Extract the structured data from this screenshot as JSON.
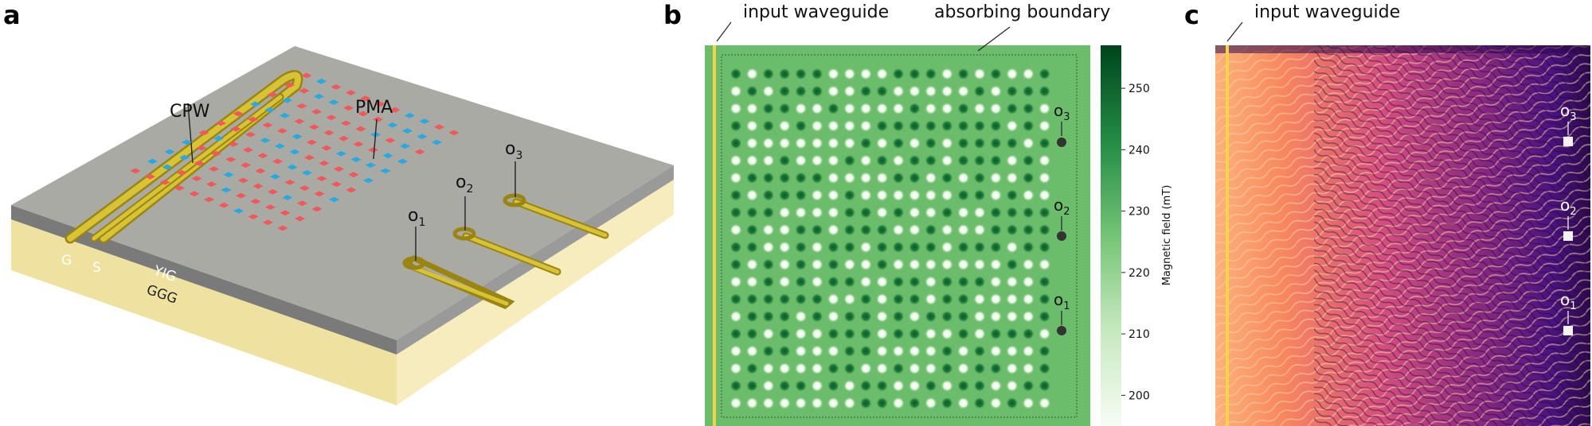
{
  "panels": {
    "a": {
      "letter": "a",
      "labels": {
        "cpw": "CPW",
        "pma": "PMA",
        "o": "o",
        "out1_sub": "1",
        "out2_sub": "2",
        "out3_sub": "3",
        "g": "G",
        "s": "S",
        "yig": "YIG",
        "ggg": "GGG"
      }
    },
    "b": {
      "letter": "b",
      "input_label": "input waveguide",
      "boundary_label": "absorbing boundary",
      "outputs": [
        {
          "name": "o",
          "sub": "3"
        },
        {
          "name": "o",
          "sub": "2"
        },
        {
          "name": "o",
          "sub": "1"
        }
      ],
      "colorbar": {
        "label": "Magnetic field (mT)",
        "ticks": [
          "250",
          "240",
          "230",
          "220",
          "210",
          "200"
        ],
        "range": [
          195,
          257
        ],
        "colors": {
          "low": "#f7fcf5",
          "high": "#00441b"
        }
      }
    },
    "c": {
      "letter": "c",
      "input_label": "input waveguide",
      "outputs": [
        {
          "name": "o",
          "sub": "3"
        },
        {
          "name": "o",
          "sub": "2"
        },
        {
          "name": "o",
          "sub": "1"
        }
      ]
    }
  },
  "colors": {
    "gold": "#c9b227",
    "pma_red": "#f0585a",
    "pma_blue": "#2aa8e0",
    "yig": "#8c8c8c",
    "ggg": "#f2e6a6",
    "green_bg": "#6cbd6b",
    "waveguide": "#f5d34a"
  }
}
